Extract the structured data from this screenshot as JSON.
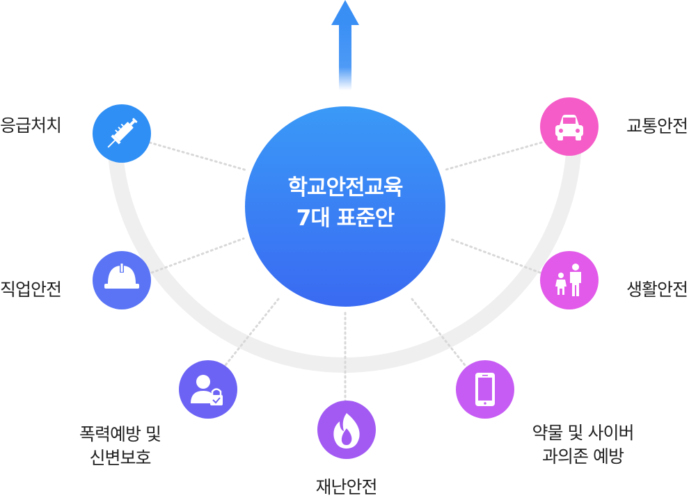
{
  "center": {
    "line1": "학교안전교육",
    "line2": "7대 표준안"
  },
  "nodes": {
    "first_aid": {
      "label": "응급처치",
      "icon": "syringe-icon",
      "color": "#2f8ff5"
    },
    "occupational": {
      "label": "직업안전",
      "icon": "hard-hat-icon",
      "color": "#5a74f5"
    },
    "violence": {
      "label_line1": "폭력예방 및",
      "label_line2": "신변보호",
      "icon": "user-lock-icon",
      "color": "#6c63f5"
    },
    "disaster": {
      "label": "재난안전",
      "icon": "fire-icon",
      "color": "#a25af3"
    },
    "drug_cyber": {
      "label_line1": "약물 및 사이버",
      "label_line2": "과의존 예방",
      "icon": "smartphone-icon",
      "color": "#c75cf4"
    },
    "daily_life": {
      "label": "생활안전",
      "icon": "family-icon",
      "color": "#e25ae9"
    },
    "traffic": {
      "label": "교통안전",
      "icon": "car-icon",
      "color": "#f55cc8"
    }
  },
  "colors": {
    "center_top": "#3a99f7",
    "center_bottom": "#3a6af2",
    "arc": "#efefef",
    "dots": "#d8d8d8",
    "arrow": "#3a8ff5"
  }
}
